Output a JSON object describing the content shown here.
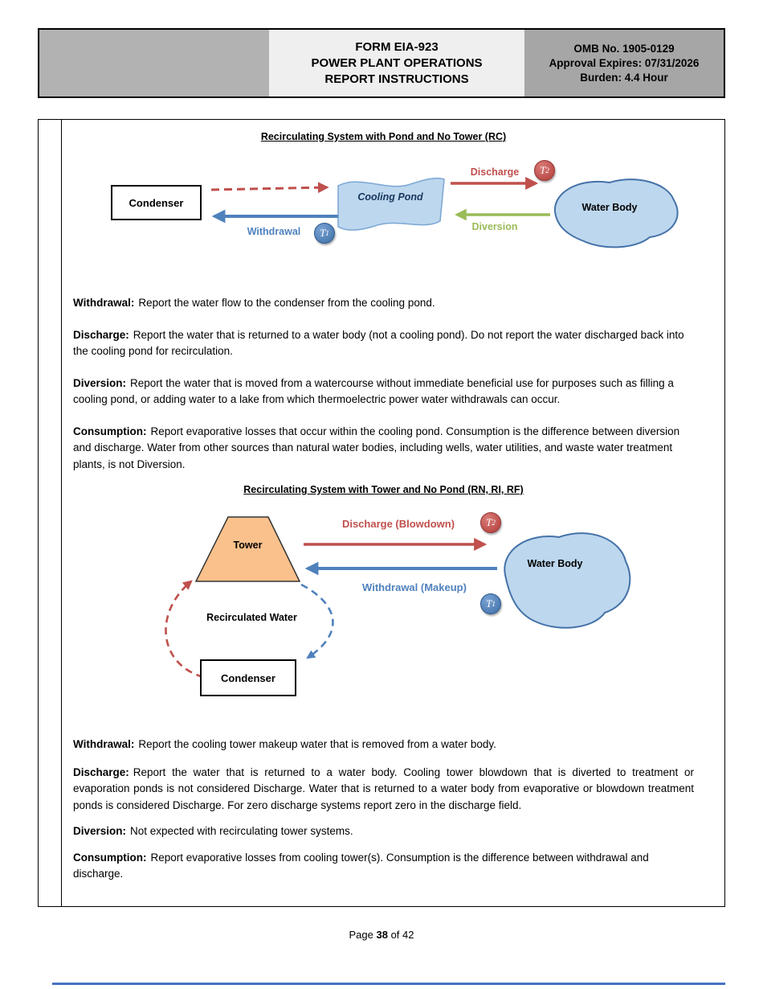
{
  "header": {
    "title_lines": [
      "FORM EIA-923",
      "POWER PLANT OPERATIONS",
      "REPORT INSTRUCTIONS"
    ],
    "omb_lines": [
      "OMB No. 1905-0129",
      "Approval Expires: 07/31/2026",
      "Burden: 4.4 Hour"
    ]
  },
  "badges": {
    "t1": {
      "t": "T",
      "sub": "1"
    },
    "t2": {
      "t": "T",
      "sub": "2"
    }
  },
  "colors": {
    "red": "#c0504d",
    "green": "#9bbb59",
    "blue": "#4f81bd",
    "pond_fill": "#bdd7ee",
    "tower_fill": "#fbc18c"
  },
  "section1": {
    "title": "Recirculating System with Pond and No Tower (RC)",
    "diagram": {
      "condenser": "Condenser",
      "cooling_pond": "Cooling Pond",
      "water_body": "Water Body",
      "discharge": "Discharge",
      "diversion": "Diversion",
      "withdrawal": "Withdrawal"
    },
    "paragraphs": [
      {
        "label": "Withdrawal:",
        "text": "Report the water flow to the condenser from the cooling pond."
      },
      {
        "label": "Discharge:",
        "text": "Report the water that is returned to a water body (not a cooling pond). Do not report the water discharged back into the cooling pond for recirculation."
      },
      {
        "label": "Diversion:",
        "text": "Report the water that is moved from a watercourse without immediate beneficial use for purposes such as filling a cooling pond, or adding water to a lake from which thermoelectric power water withdrawals can occur."
      },
      {
        "label": "Consumption:",
        "text": "Report evaporative losses that occur within the cooling pond. Consumption is the difference between diversion and discharge. Water from other sources than natural water bodies, including wells, water utilities, and waste water treatment plants, is not Diversion."
      }
    ]
  },
  "section2": {
    "title": "Recirculating System with Tower and No Pond (RN, RI, RF)",
    "diagram": {
      "tower": "Tower",
      "condenser": "Condenser",
      "water_body": "Water Body",
      "discharge": "Discharge (Blowdown)",
      "withdrawal": "Withdrawal (Makeup)",
      "recirculated": "Recirculated Water"
    },
    "paragraphs": [
      {
        "label": "Withdrawal:",
        "text": "Report the cooling tower makeup water that is removed from a water body."
      },
      {
        "label": "Discharge:",
        "text": "Report the water that is returned to a water body. Cooling tower blowdown that is diverted to treatment or evaporation ponds is not considered Discharge.  Water that is returned to a water body from evaporative or blowdown treatment ponds is considered Discharge. For zero discharge systems report zero in the discharge field."
      },
      {
        "label": "Diversion:",
        "text": "Not expected with recirculating tower systems."
      },
      {
        "label": "Consumption:",
        "text": "Report evaporative losses from cooling tower(s). Consumption is the difference between withdrawal and discharge."
      }
    ]
  },
  "footer": {
    "page_prefix": "Page ",
    "page_number": "38",
    "page_suffix": " of 42"
  }
}
